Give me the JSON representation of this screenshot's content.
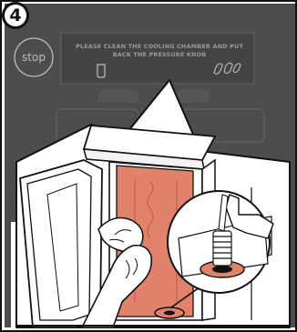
{
  "step": {
    "number": "4"
  },
  "control_panel": {
    "button_label": "stop",
    "display_message": "PLEASE CLEAN THE COOLING CHAMBER AND PUT BACK THE PRESSURE KNOB"
  },
  "colors": {
    "panel_grey": "#4d4d4d",
    "chamber_orange": "#e1826a",
    "outline": "#111111",
    "skin": "#ffffff"
  },
  "icons": [
    "water-drop-icon",
    "hands-icon"
  ]
}
